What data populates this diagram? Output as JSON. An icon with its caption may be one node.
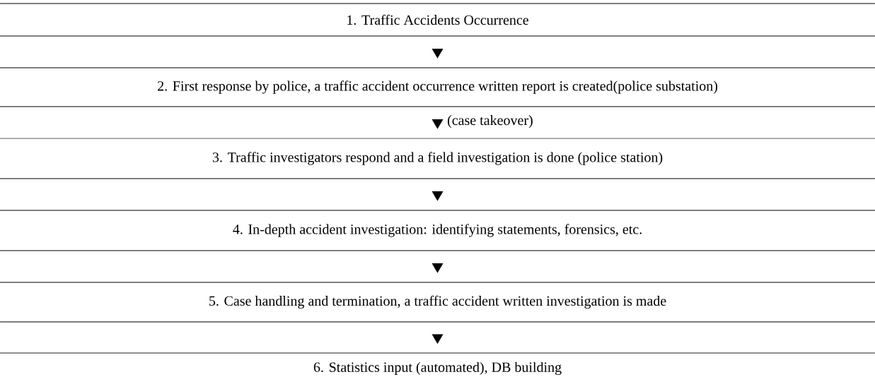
{
  "diagram": {
    "nodes": [
      {
        "text": [
          "1. Traffic Accidents Occurrence"
        ]
      },
      {
        "text": [
          "2. First response by police, a traffic accident occurrence written report is created(police substation)"
        ]
      },
      {
        "text": [
          "3. Traffic investigators respond and a field investigation is done (police station)"
        ]
      },
      {
        "text": [
          "4. In-depth accident investigation: identifying statements, forensics, etc."
        ]
      },
      {
        "text": [
          "5. Case handling and termination, a traffic accident written investigation is made"
        ]
      },
      {
        "text": [
          "6. Statistics input (automated), DB building"
        ]
      }
    ],
    "edges": [
      {
        "from": 0,
        "to": 1,
        "arrow": "to"
      },
      {
        "from": 1,
        "to": 2,
        "arrow": "to",
        "label": "(case takeover)"
      },
      {
        "from": 2,
        "to": 3,
        "arrow": "to"
      },
      {
        "from": 3,
        "to": 4,
        "arrow": "to"
      },
      {
        "from": 4,
        "to": 5,
        "arrow": "to"
      }
    ]
  }
}
